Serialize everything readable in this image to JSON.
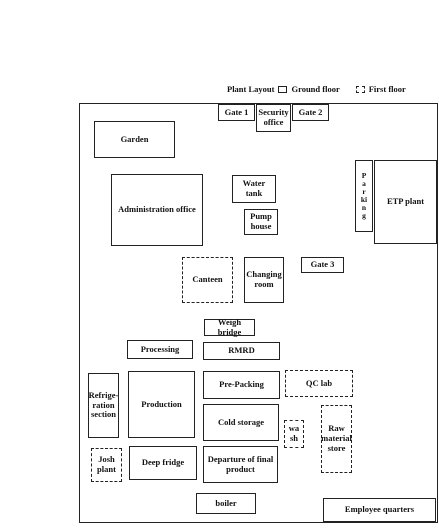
{
  "legend": {
    "title": "Plant Layout",
    "ground_label": "Ground floor",
    "first_label": "First floor"
  },
  "rooms": {
    "gate1": "Gate 1",
    "security": "Security\noffice",
    "gate2": "Gate 2",
    "garden": "Garden",
    "parking": "P\na\nr\nki\nn\ng",
    "etp": "ETP plant",
    "water_tank": "Water\ntank",
    "admin": "Administration office",
    "pump_house": "Pump\nhouse",
    "canteen": "Canteen",
    "changing_room": "Changing\nroom",
    "gate3": "Gate 3",
    "weigh_bridge": "Weigh bridge",
    "processing": "Processing",
    "rmrd": "RMRD",
    "refrigeration": "Refrige-\nration\nsection",
    "production": "Production",
    "pre_packing": "Pre-Packing",
    "qc_lab": "QC lab",
    "cold_storage": "Cold storage",
    "wash": "wa\nsh",
    "raw_material": "Raw\nmaterial\nstore",
    "josh_plant": "Josh\nplant",
    "deep_fridge": "Deep fridge",
    "departure": "Departure of final\nproduct",
    "boiler": "boiler",
    "employee_quarters": "Employee quarters"
  }
}
